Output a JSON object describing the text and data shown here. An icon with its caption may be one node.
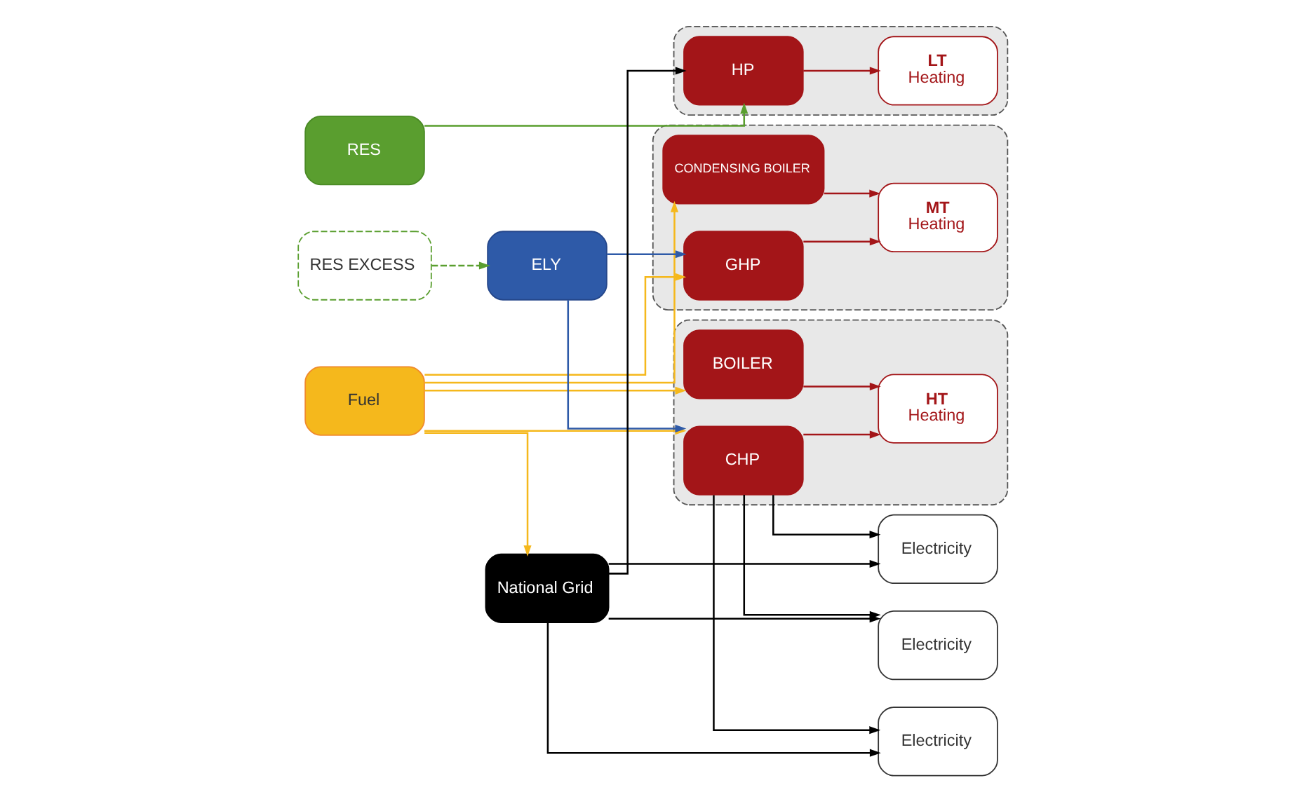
{
  "diagram": {
    "nodes": [
      {
        "text": [
          "RES"
        ]
      },
      {
        "text": [
          "RES EXCESS"
        ]
      },
      {
        "text": [
          "Fuel"
        ]
      },
      {
        "text": [
          "ELY"
        ]
      },
      {
        "text": [
          "National Grid"
        ]
      },
      {
        "text": [],
        "shape": "box"
      },
      {
        "text": [
          "CHP"
        ],
        "in": 5
      },
      {
        "text": [
          "BOILER"
        ],
        "in": 5
      },
      {
        "text": [
          "HT",
          "Heating"
        ],
        "in": 5
      },
      {
        "text": [],
        "shape": "box"
      },
      {
        "text": [
          "GHP"
        ],
        "in": 9
      },
      {
        "text": [
          "CONDENSING BOILER"
        ],
        "in": 9
      },
      {
        "text": [
          "MT",
          "Heating"
        ],
        "in": 9
      },
      {
        "text": [],
        "shape": "box"
      },
      {
        "text": [
          "HP"
        ],
        "in": 13
      },
      {
        "text": [
          "LT",
          "Heating"
        ],
        "in": 13
      },
      {
        "text": [
          "Electricity"
        ]
      },
      {
        "text": [
          "Electricity"
        ]
      },
      {
        "text": [
          "Electricity"
        ]
      }
    ],
    "edges": [
      {
        "from": 0,
        "to": 14,
        "arrow": "to",
        "color": "#5a9e2f"
      },
      {
        "from": 1,
        "to": 3,
        "arrow": "to",
        "style": "dashed",
        "color": "#5a9e2f"
      },
      {
        "from": 2,
        "to": 4,
        "arrow": "to",
        "color": "#f5b81c"
      },
      {
        "from": 2,
        "to": 6,
        "arrow": "to",
        "color": "#f5b81c"
      },
      {
        "from": 2,
        "to": 7,
        "arrow": "to",
        "color": "#f5b81c"
      },
      {
        "from": 2,
        "to": 10,
        "arrow": "to",
        "color": "#f5b81c"
      },
      {
        "from": 2,
        "to": 11,
        "arrow": "to",
        "color": "#f5b81c"
      },
      {
        "from": 3,
        "to": 6,
        "arrow": "to",
        "color": "#2e5aa8"
      },
      {
        "from": 3,
        "to": 10,
        "arrow": "to",
        "color": "#2e5aa8"
      },
      {
        "from": 6,
        "to": 8,
        "arrow": "to",
        "color": "#a31518"
      },
      {
        "from": 7,
        "to": 8,
        "arrow": "to",
        "color": "#a31518"
      },
      {
        "from": 10,
        "to": 12,
        "arrow": "to",
        "color": "#a31518"
      },
      {
        "from": 11,
        "to": 12,
        "arrow": "to",
        "color": "#a31518"
      },
      {
        "from": 14,
        "to": 15,
        "arrow": "to",
        "color": "#a31518"
      },
      {
        "from": 4,
        "to": 14,
        "arrow": "to"
      },
      {
        "from": 6,
        "to": 16,
        "arrow": "to"
      },
      {
        "from": 6,
        "to": 17,
        "arrow": "to"
      },
      {
        "from": 6,
        "to": 18,
        "arrow": "to"
      },
      {
        "from": 4,
        "to": 16,
        "arrow": "to"
      },
      {
        "from": 4,
        "to": 17,
        "arrow": "to"
      },
      {
        "from": 4,
        "to": 18,
        "arrow": "to"
      }
    ]
  }
}
